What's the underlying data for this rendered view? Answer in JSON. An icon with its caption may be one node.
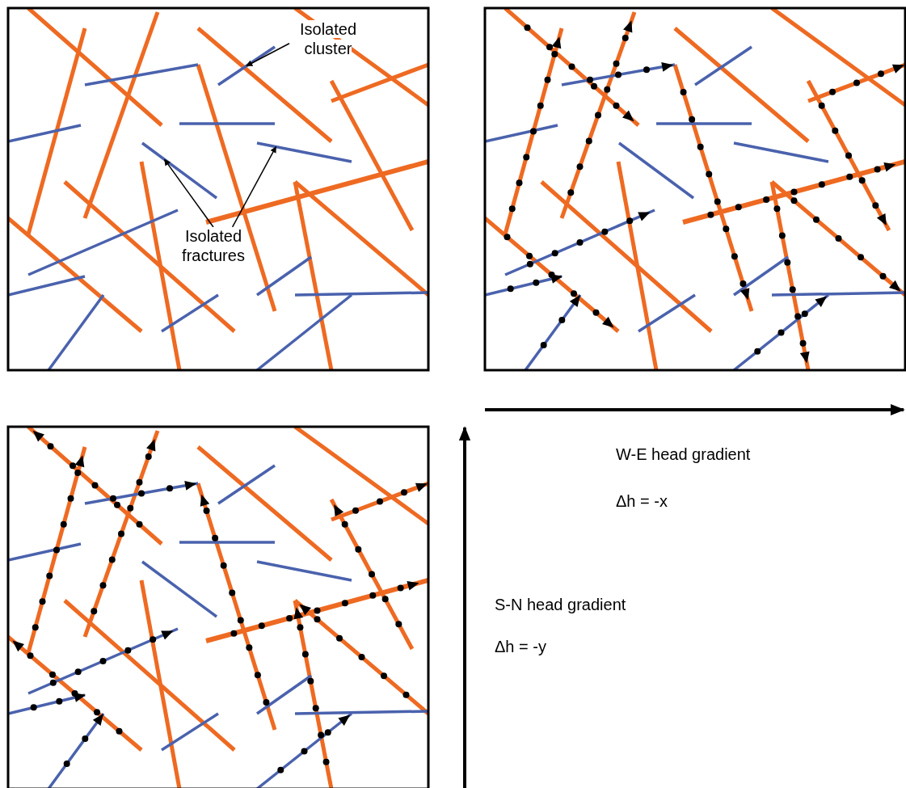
{
  "diagram": {
    "nodes": [
      {
        "text": [
          "Isolated cluster"
        ]
      },
      {
        "text": [],
        "shape": "line"
      },
      {
        "text": [
          "Isolated fractures"
        ]
      },
      {
        "text": [],
        "shape": "line"
      },
      {
        "text": [],
        "shape": "line"
      }
    ],
    "edges": [
      {
        "from": 0,
        "to": 1,
        "arrow": "to"
      },
      {
        "from": 2,
        "to": 3,
        "arrow": "to"
      },
      {
        "from": 2,
        "to": 4,
        "arrow": "to"
      }
    ],
    "labels": [
      "W-E head gradient",
      "Δh = -x",
      "S-N head gradient",
      "Δh = -y"
    ]
  }
}
